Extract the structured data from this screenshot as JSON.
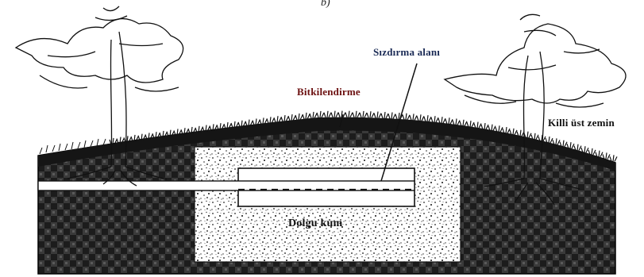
{
  "diagram": {
    "caption": "b)",
    "labels": {
      "seepage_area": "Sızdırma alanı",
      "vegetation": "Bitkilendirme",
      "clay_topsoil": "Killi üst zemin",
      "fill_sand": "Dolgu kum"
    },
    "colors": {
      "ground": "#2a2a2a",
      "mound": "#141414",
      "sand": "#ffffff",
      "ink": "#111111"
    }
  }
}
